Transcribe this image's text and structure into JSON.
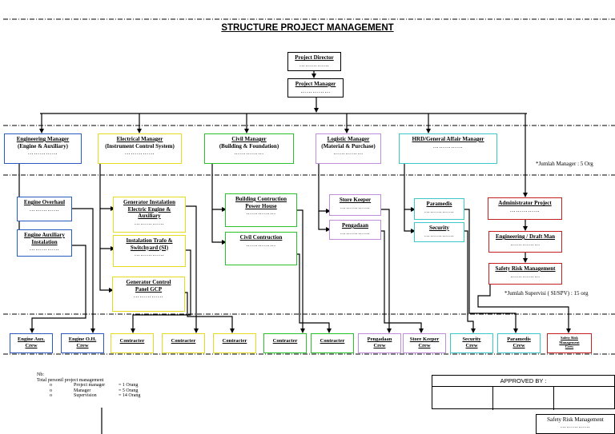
{
  "title": "STRUCTURE PROJECT MANAGEMENT",
  "dots": "……………",
  "top": {
    "director": "Project Director",
    "manager": "Project Manager"
  },
  "managers": {
    "engineering": [
      "Engineering Manager",
      "(Engine & Auxiliary)"
    ],
    "electrical": [
      "Electrical Manager",
      "(Instrument Control System)"
    ],
    "civil": [
      "Civil Manager",
      "(Building & Foundation)"
    ],
    "logistic": [
      "Logistic Manager",
      "(Material & Purchase)"
    ],
    "hrd": "HRD/General Affair Manager"
  },
  "jumlah_manager": "*Jumlah Manager : 5 Org",
  "jumlah_supervisi": "*Jumlah Supervisi ( SI/SPV) : 15 org",
  "supervisors": {
    "engine_overhaul": "Engine Overhaul",
    "engine_aux": [
      "Engine Auxiliary",
      "Instalation"
    ],
    "gen_install": [
      "Generator Instalation",
      "Electric Engine &",
      "Auxiliary"
    ],
    "install_trafo": [
      "Instalation Trafo &",
      "Switchyard (SI)"
    ],
    "gen_control": [
      "Generator Control",
      "Panel GCP"
    ],
    "building": [
      "Building Contruction",
      "Power House"
    ],
    "civil_con": "Civil Contruction",
    "store_keeper": "Store Keeper",
    "pengadaan": "Pengadaan",
    "paramedis": "Paramedis",
    "security": "Security",
    "admin": "Administrator Project",
    "eng_draft": "Engineering / Draft Man",
    "safety": "Safety Risk Management"
  },
  "crews": [
    [
      "Engine Aux.",
      "Crew"
    ],
    [
      "Engine O.H.",
      "Crew"
    ],
    [
      "Contracter"
    ],
    [
      "Contracter"
    ],
    [
      "Contracter"
    ],
    [
      "Contracter"
    ],
    [
      "Contracter"
    ],
    [
      "Pengadaan",
      "Crew"
    ],
    [
      "Store Keeper",
      "Crew"
    ],
    [
      "Security",
      "Crew"
    ],
    [
      "Paramedis",
      "Crew"
    ],
    [
      "Safety Risk",
      "Management",
      "Crew"
    ]
  ],
  "notes": {
    "nb": "Nb:",
    "total": "Total personil project management",
    "rows": [
      [
        "o",
        "Project manager",
        "= 1   Orang"
      ],
      [
        "o",
        "Manager",
        "= 5   Orang"
      ],
      [
        "o",
        "Supervision",
        "= 14 Orang"
      ]
    ]
  },
  "approved_by": "APPROVED BY :",
  "signature": "Safety Risk Management"
}
